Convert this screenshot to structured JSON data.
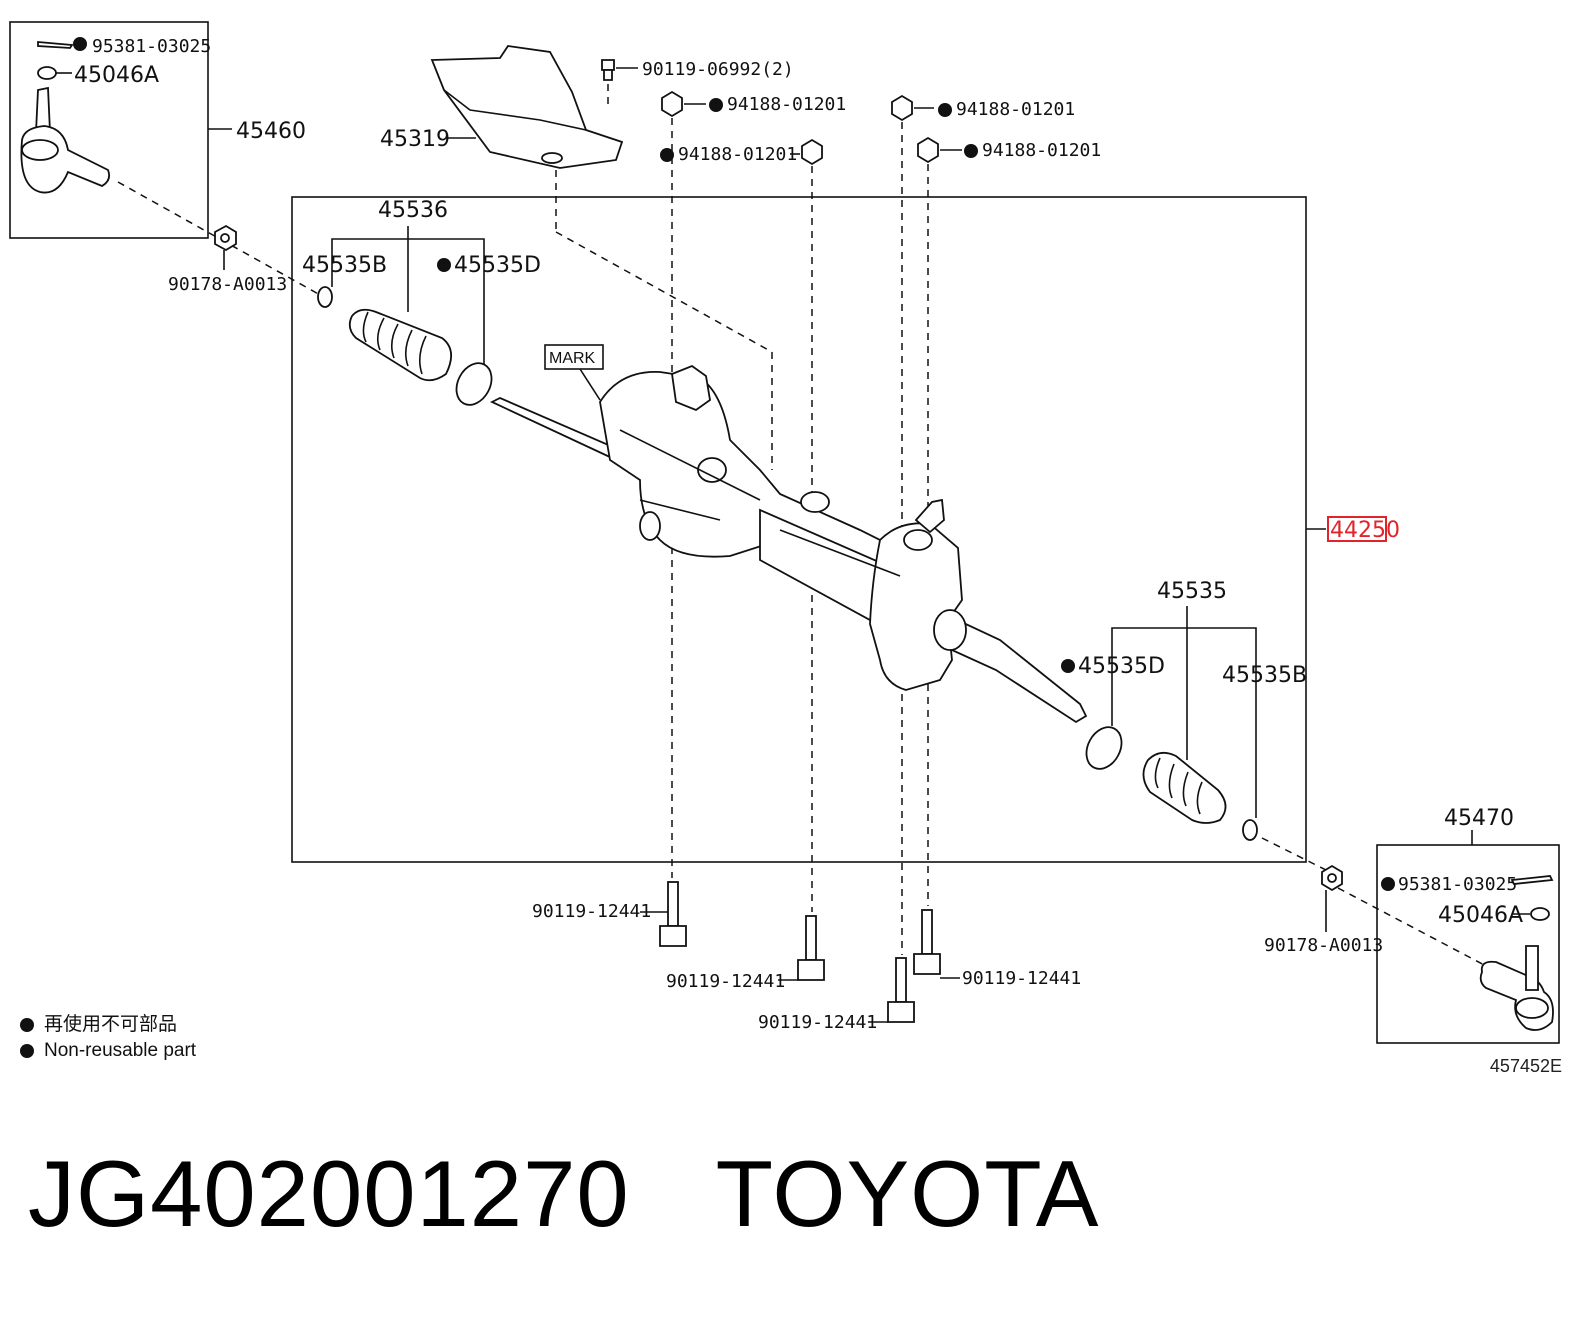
{
  "callouts": {
    "cotter_pin_left": "95381-03025",
    "nut_left": "45046A",
    "tie_rod_end_left": "45460",
    "cover": "45319",
    "bolt_top": "90119-06992(2)",
    "nut_a": "94188-01201",
    "nut_b": "94188-01201",
    "nut_c": "94188-01201",
    "nut_d": "94188-01201",
    "boot_left_group": "45536",
    "clamp_small_left": "45535B",
    "clamp_large_left": "45535D",
    "lock_nut_left": "90178-A0013",
    "mark_label": "MARK",
    "assembly": "44250",
    "boot_right_group": "45535",
    "clamp_large_right": "45535D",
    "clamp_small_right": "45535B",
    "tie_rod_end_right": "45470",
    "cotter_pin_right": "95381-03025",
    "nut_right": "45046A",
    "lock_nut_right": "90178-A0013",
    "bolt_1": "90119-12441",
    "bolt_2": "90119-12441",
    "bolt_3": "90119-12441",
    "bolt_4": "90119-12441"
  },
  "legend": {
    "line_jp": "再使用不可部品",
    "line_en": "Non-reusable part"
  },
  "reference_code": "457452E",
  "caption": {
    "part_number": "JG402001270",
    "brand": "TOYOTA"
  },
  "colors": {
    "highlight": "#e0242a",
    "ink": "#111111"
  }
}
